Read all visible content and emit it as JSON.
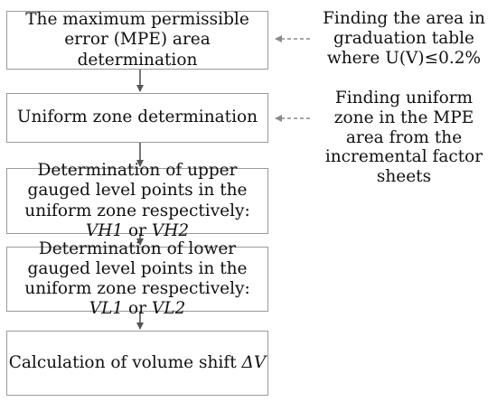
{
  "steps": [
    {
      "text": "The maximum permissible error (MPE) area determination"
    },
    {
      "text": "Uniform zone determination"
    },
    {
      "pre": "Determination of upper gauged level points in the uniform zone respectively: ",
      "var1": "VH1",
      "mid": " or ",
      "var2": "VH2"
    },
    {
      "pre": "Determination of lower gauged level points in the uniform zone respectively: ",
      "var1": "VL1",
      "mid": " or ",
      "var2": "VL2"
    },
    {
      "pre": "Calculation of volume shift ",
      "var1": "ΔV"
    }
  ],
  "notes": [
    {
      "text": "Finding the area in graduation table where U(V)≤0.2%"
    },
    {
      "text": "Finding uniform zone in the MPE area from the incremental factor sheets"
    }
  ],
  "colors": {
    "box_border": "#9a9a9a",
    "arrow": "#555555",
    "dashed_arrow": "#8a8a8a"
  }
}
